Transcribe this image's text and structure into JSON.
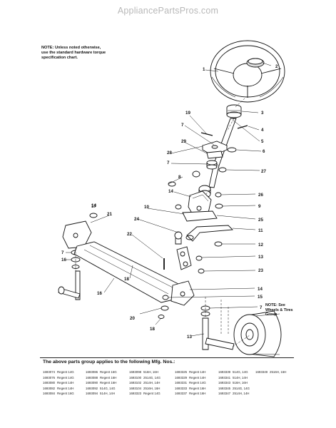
{
  "header": {
    "site": "AppliancePartsPros.com"
  },
  "note": {
    "lines": [
      "NOTE: Unless noted otherwise,",
      "use the standard hardware torque",
      "specification chart."
    ]
  },
  "side_note": {
    "lines": [
      "NOTE: See",
      "Wheels & Tires",
      "Group"
    ]
  },
  "callouts": [
    {
      "n": "1"
    },
    {
      "n": "2"
    },
    {
      "n": "3"
    },
    {
      "n": "4"
    },
    {
      "n": "5"
    },
    {
      "n": "6"
    },
    {
      "n": "19"
    },
    {
      "n": "7"
    },
    {
      "n": "29"
    },
    {
      "n": "28"
    },
    {
      "n": "7"
    },
    {
      "n": "27"
    },
    {
      "n": "8"
    },
    {
      "n": "14"
    },
    {
      "n": "26"
    },
    {
      "n": "9"
    },
    {
      "n": "10"
    },
    {
      "n": "25"
    },
    {
      "n": "11"
    },
    {
      "n": "14"
    },
    {
      "n": "21"
    },
    {
      "n": "24"
    },
    {
      "n": "12"
    },
    {
      "n": "22"
    },
    {
      "n": "7"
    },
    {
      "n": "16"
    },
    {
      "n": "13"
    },
    {
      "n": "23"
    },
    {
      "n": "14"
    },
    {
      "n": "15"
    },
    {
      "n": "7"
    },
    {
      "n": "16"
    },
    {
      "n": "18"
    },
    {
      "n": "20"
    },
    {
      "n": "18"
    },
    {
      "n": "13"
    },
    {
      "n": "17"
    }
  ],
  "footer": {
    "title": "The above parts group applies to the following Mfg. Nos.:",
    "rows": [
      [
        [
          "1693074",
          "Regent 14G"
        ],
        [
          "1693086",
          "Regent 16G"
        ],
        [
          "1693098",
          "516H, 16H"
        ],
        [
          "1693325",
          "Regent 14H"
        ],
        [
          "1693339",
          "514G, 14G"
        ],
        [
          "1693349",
          "2516H, 16H"
        ]
      ],
      [
        [
          "1693076",
          "Regent 14G"
        ],
        [
          "1693088",
          "Regent 16H"
        ],
        [
          "1693100",
          "2514G, 14G"
        ],
        [
          "1693329",
          "Regent 14H"
        ],
        [
          "1693341",
          "514H, 14H"
        ]
      ],
      [
        [
          "1693080",
          "Regent 14H"
        ],
        [
          "1693090",
          "Regent 16H"
        ],
        [
          "1693102",
          "2514H, 14H"
        ],
        [
          "1693331",
          "Regent 14G"
        ],
        [
          "1693343",
          "516H, 16H"
        ]
      ],
      [
        [
          "1693082",
          "Regent 14H"
        ],
        [
          "1693092",
          "514G, 14G"
        ],
        [
          "1693104",
          "2516H, 16H"
        ],
        [
          "1693333",
          "Regent 16H"
        ],
        [
          "1693345",
          "2514G, 14G"
        ]
      ],
      [
        [
          "1693084",
          "Regent 16G"
        ],
        [
          "1693094",
          "514H, 14H"
        ],
        [
          "1693323",
          "Regent 14G"
        ],
        [
          "1693337",
          "Regent 16H"
        ],
        [
          "1693347",
          "2514H, 14H"
        ]
      ]
    ]
  }
}
